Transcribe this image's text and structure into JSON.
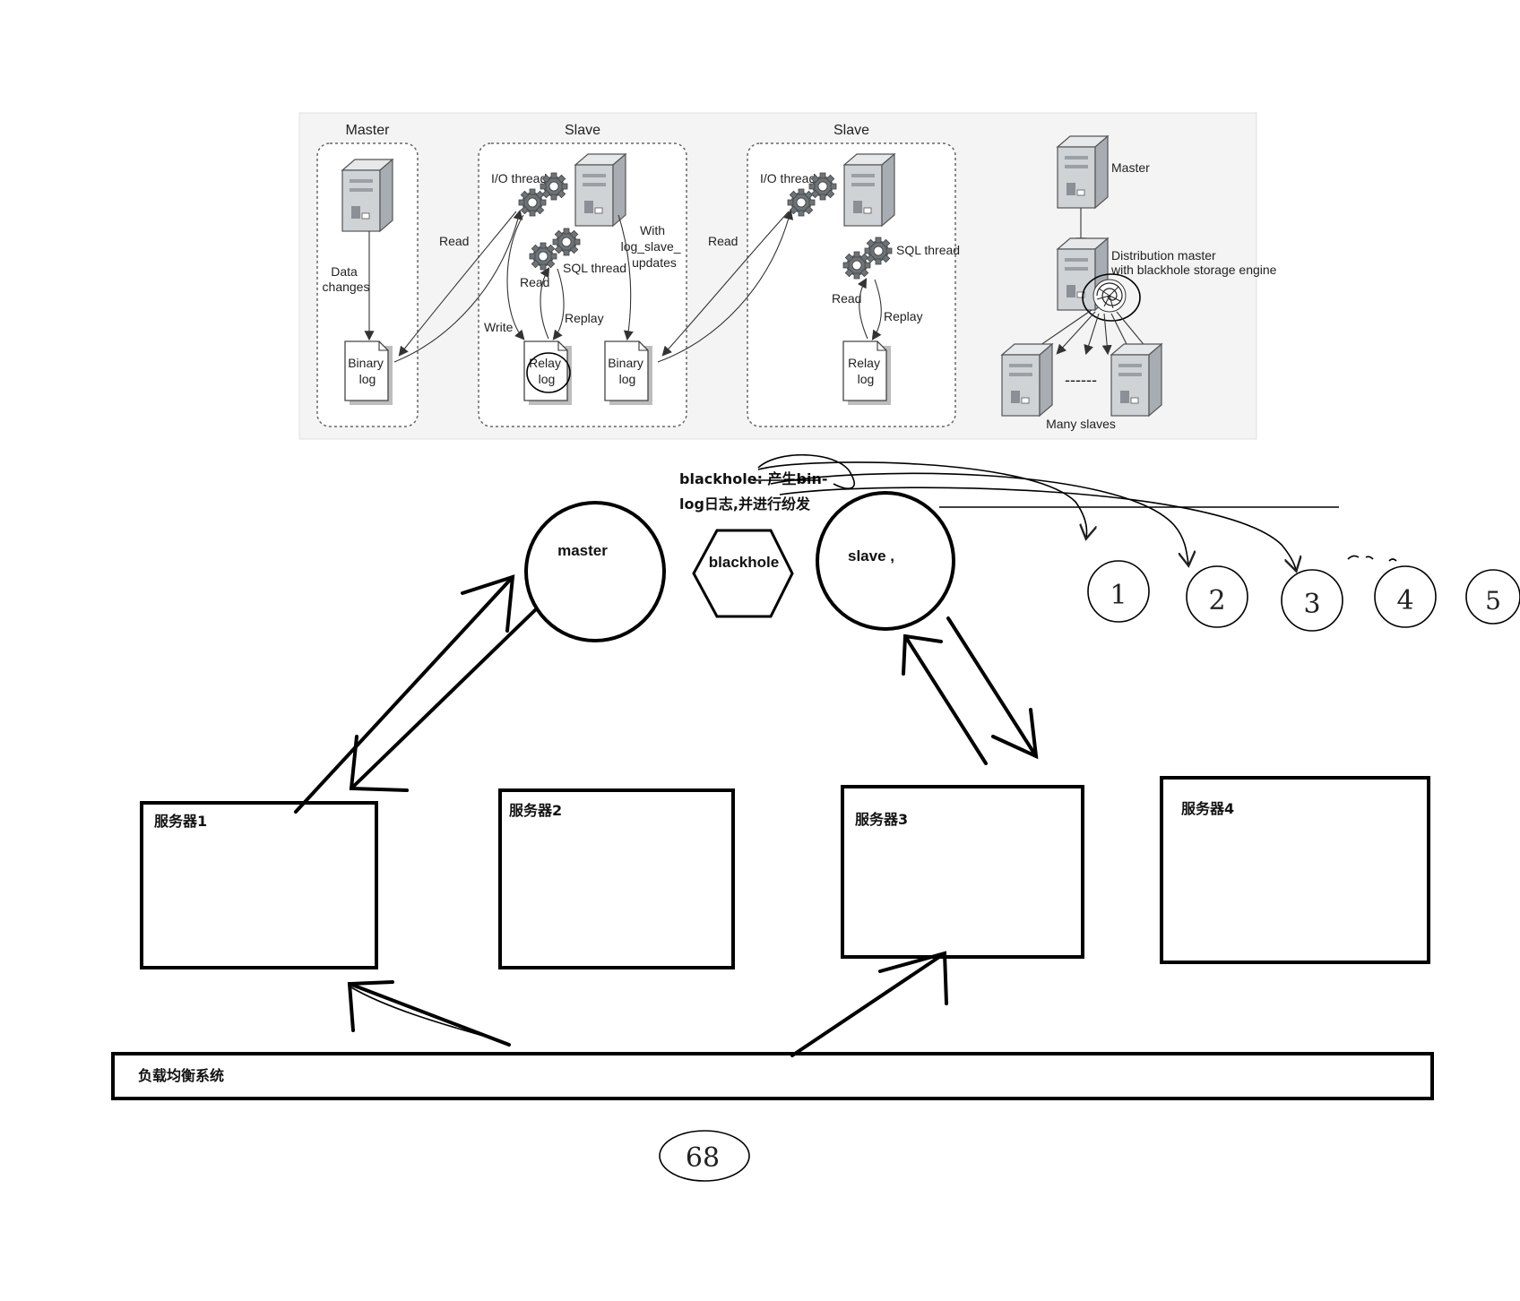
{
  "reference_figure": {
    "panel_titles": [
      "Master",
      "Slave",
      "Slave"
    ],
    "io_thread": "I/O thread",
    "sql_thread": "SQL thread",
    "data_changes": [
      "Data",
      "changes"
    ],
    "read": "Read",
    "write": "Write",
    "replay": "Replay",
    "binary_log": [
      "Binary",
      "log"
    ],
    "relay_log": [
      "Relay",
      "log"
    ],
    "with_log_slave_updates": [
      "With",
      "log_slave_",
      "updates"
    ],
    "blackhole_master": "Master",
    "distribution_master": [
      "Distribution master",
      "with blackhole storage engine"
    ],
    "many_slaves": "Many slaves",
    "dashes": "------"
  },
  "annotation": {
    "line1": "blackhole: 产生bin-",
    "line2": "log日志,并进行纷发"
  },
  "nodes": {
    "master": "master",
    "blackhole": "blackhole",
    "slave": "slave ,"
  },
  "numbered_slaves": [
    "1",
    "2",
    "3",
    "4",
    "5"
  ],
  "servers": [
    "服务器1",
    "服务器2",
    "服务器3",
    "服务器4"
  ],
  "load_balancer": "负载均衡系统",
  "page_number": "68"
}
